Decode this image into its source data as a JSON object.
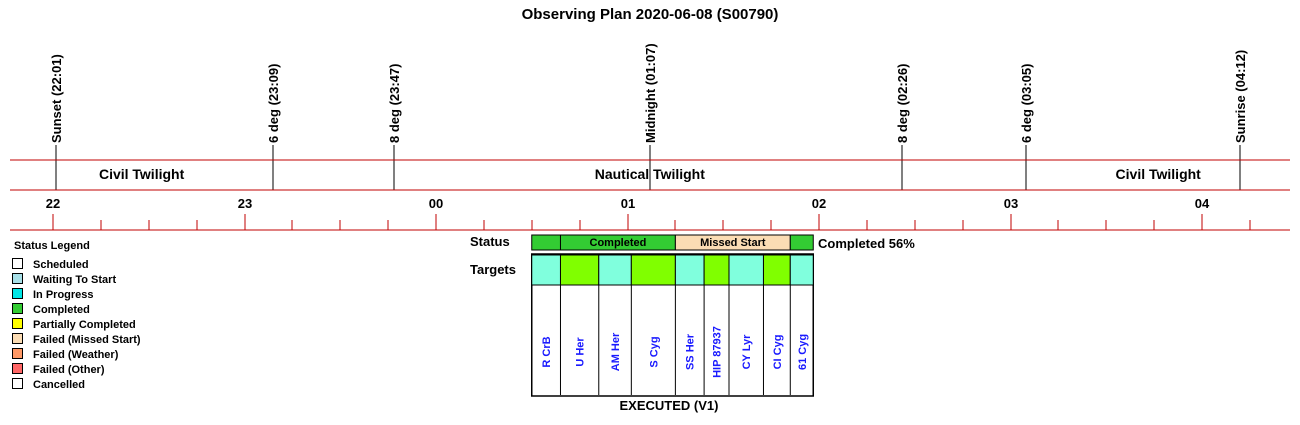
{
  "title": "Observing Plan 2020-06-08 (S00790)",
  "colors": {
    "line_red": "#c00000",
    "completed": "#33cc33",
    "missed_start": "#fbdcb4",
    "target_complete": "#80ff00",
    "target_waiting": "#80ffdd",
    "target_label": "#1a1aff"
  },
  "events": [
    {
      "label": "Sunset (22:01)",
      "hour": 22.017
    },
    {
      "label": "6 deg (23:09)",
      "hour": 23.15
    },
    {
      "label": "8 deg (23:47)",
      "hour": 23.783
    },
    {
      "label": "Midnight (01:07)",
      "hour": 25.117
    },
    {
      "label": "8 deg (02:26)",
      "hour": 26.433
    },
    {
      "label": "6 deg (03:05)",
      "hour": 27.083
    },
    {
      "label": "Sunrise (04:12)",
      "hour": 28.2
    }
  ],
  "twilight": [
    {
      "label": "Civil Twilight",
      "start": 21.7,
      "end": 23.15
    },
    {
      "label": "Nautical Twilight",
      "start": 23.15,
      "end": 27.083
    },
    {
      "label": "Civil Twilight",
      "start": 27.083,
      "end": 28.5
    }
  ],
  "hour_ticks": [
    {
      "label": "22",
      "hour": 22
    },
    {
      "label": "23",
      "hour": 23
    },
    {
      "label": "00",
      "hour": 24
    },
    {
      "label": "01",
      "hour": 25
    },
    {
      "label": "02",
      "hour": 26
    },
    {
      "label": "03",
      "hour": 27
    },
    {
      "label": "04",
      "hour": 28
    }
  ],
  "legend": {
    "title": "Status Legend",
    "items": [
      {
        "label": "Scheduled",
        "color": "#ffffff"
      },
      {
        "label": "Waiting To Start",
        "color": "#a8e0e8"
      },
      {
        "label": "In Progress",
        "color": "#00e5e5"
      },
      {
        "label": "Completed",
        "color": "#33cc33"
      },
      {
        "label": "Partially Completed",
        "color": "#ffff00"
      },
      {
        "label": "Failed (Missed Start)",
        "color": "#fbdcb4"
      },
      {
        "label": "Failed (Weather)",
        "color": "#ff9966"
      },
      {
        "label": "Failed (Other)",
        "color": "#ff6666"
      },
      {
        "label": "Cancelled",
        "color": "#ffffff"
      }
    ]
  },
  "status_label": "Status",
  "targets_label": "Targets",
  "status_summary": "Completed 56%",
  "executed_label": "EXECUTED (V1)",
  "status_blocks": [
    {
      "label": "",
      "status": "completed",
      "start": 24.5,
      "end": 24.65
    },
    {
      "label": "Completed",
      "status": "completed",
      "start": 24.65,
      "end": 25.25
    },
    {
      "label": "Missed Start",
      "status": "missed_start",
      "start": 25.25,
      "end": 25.85
    },
    {
      "label": "",
      "status": "completed",
      "start": 25.85,
      "end": 25.97
    }
  ],
  "targets": [
    {
      "name": "R CrB",
      "status": "waiting",
      "start": 24.5,
      "end": 24.65
    },
    {
      "name": "U Her",
      "status": "complete",
      "start": 24.65,
      "end": 24.85
    },
    {
      "name": "AM Her",
      "status": "waiting",
      "start": 24.85,
      "end": 25.02
    },
    {
      "name": "S Cyg",
      "status": "complete",
      "start": 25.02,
      "end": 25.25
    },
    {
      "name": "SS Her",
      "status": "waiting",
      "start": 25.25,
      "end": 25.4
    },
    {
      "name": "HIP 87937",
      "status": "complete",
      "start": 25.4,
      "end": 25.53
    },
    {
      "name": "CY Lyr",
      "status": "waiting",
      "start": 25.53,
      "end": 25.71
    },
    {
      "name": "CI Cyg",
      "status": "complete",
      "start": 25.71,
      "end": 25.85
    },
    {
      "name": "61 Cyg",
      "status": "waiting",
      "start": 25.85,
      "end": 25.97
    }
  ]
}
